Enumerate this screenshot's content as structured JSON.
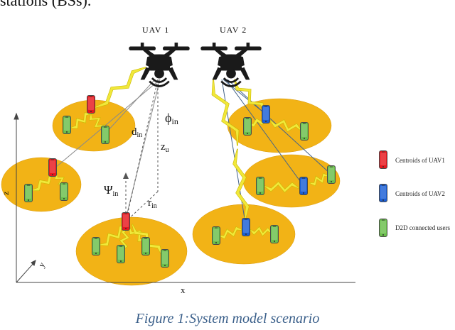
{
  "top_text": "stations (BSs).",
  "caption": "Figure 1:System model scenario",
  "uavs": [
    {
      "label": "UAV 1"
    },
    {
      "label": "UAV 2"
    }
  ],
  "symbols": {
    "phi": "ϕ",
    "phi_sub": "in",
    "d": "d",
    "d_sub": "in",
    "z": "z",
    "z_sub": "u",
    "psi": "Ψ",
    "psi_sub": "in",
    "r": "r",
    "r_sub": "in"
  },
  "axes": {
    "x": "x",
    "y": "y",
    "z": "z"
  },
  "legend": [
    {
      "label": "Centroids of UAV1",
      "color": "#e8181e"
    },
    {
      "label": "Centroids of UAV2",
      "color": "#1a5fd6"
    },
    {
      "label": "D2D connected users",
      "color": "#6abf4b"
    }
  ],
  "colors": {
    "cluster": "#f2b316",
    "cluster_edge": "#d99a0a",
    "link": "#f1e83a",
    "device_green": "#6abf4b",
    "device_red": "#e8181e",
    "device_blue": "#1a5fd6",
    "uav": "#1a1a1a",
    "caption": "#3a5f8a"
  }
}
